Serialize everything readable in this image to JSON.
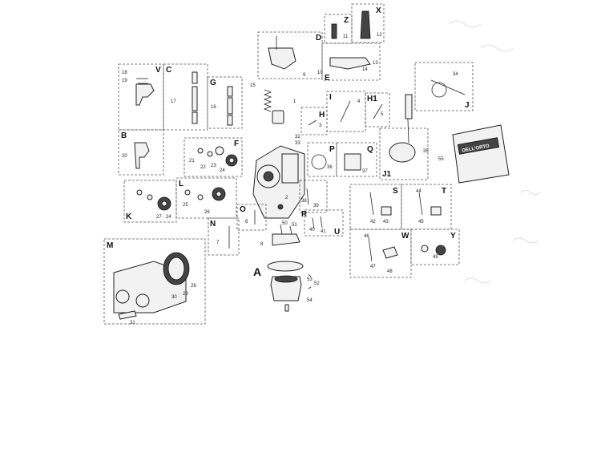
{
  "diagram": {
    "main_label": "A",
    "bag_text": "DELL'ORTO",
    "groups": [
      "V",
      "C",
      "G",
      "B",
      "F",
      "K",
      "L",
      "D",
      "E",
      "Z",
      "X",
      "H",
      "I",
      "H1",
      "P",
      "Q",
      "J1",
      "J",
      "R",
      "O",
      "N",
      "S",
      "T",
      "U",
      "W",
      "Y",
      "M"
    ],
    "callouts": [
      "1",
      "2",
      "3",
      "4",
      "5",
      "6",
      "7",
      "8",
      "9",
      "10",
      "11",
      "12",
      "13",
      "14",
      "15",
      "16",
      "17",
      "18",
      "19",
      "20",
      "21",
      "22",
      "23",
      "24",
      "25",
      "26",
      "27",
      "28",
      "29",
      "30",
      "31",
      "32",
      "33",
      "34",
      "35",
      "36",
      "37",
      "38",
      "39",
      "40",
      "41",
      "42",
      "43",
      "44",
      "45",
      "46",
      "47",
      "48",
      "49",
      "50",
      "51",
      "52",
      "53",
      "54",
      "55"
    ]
  }
}
